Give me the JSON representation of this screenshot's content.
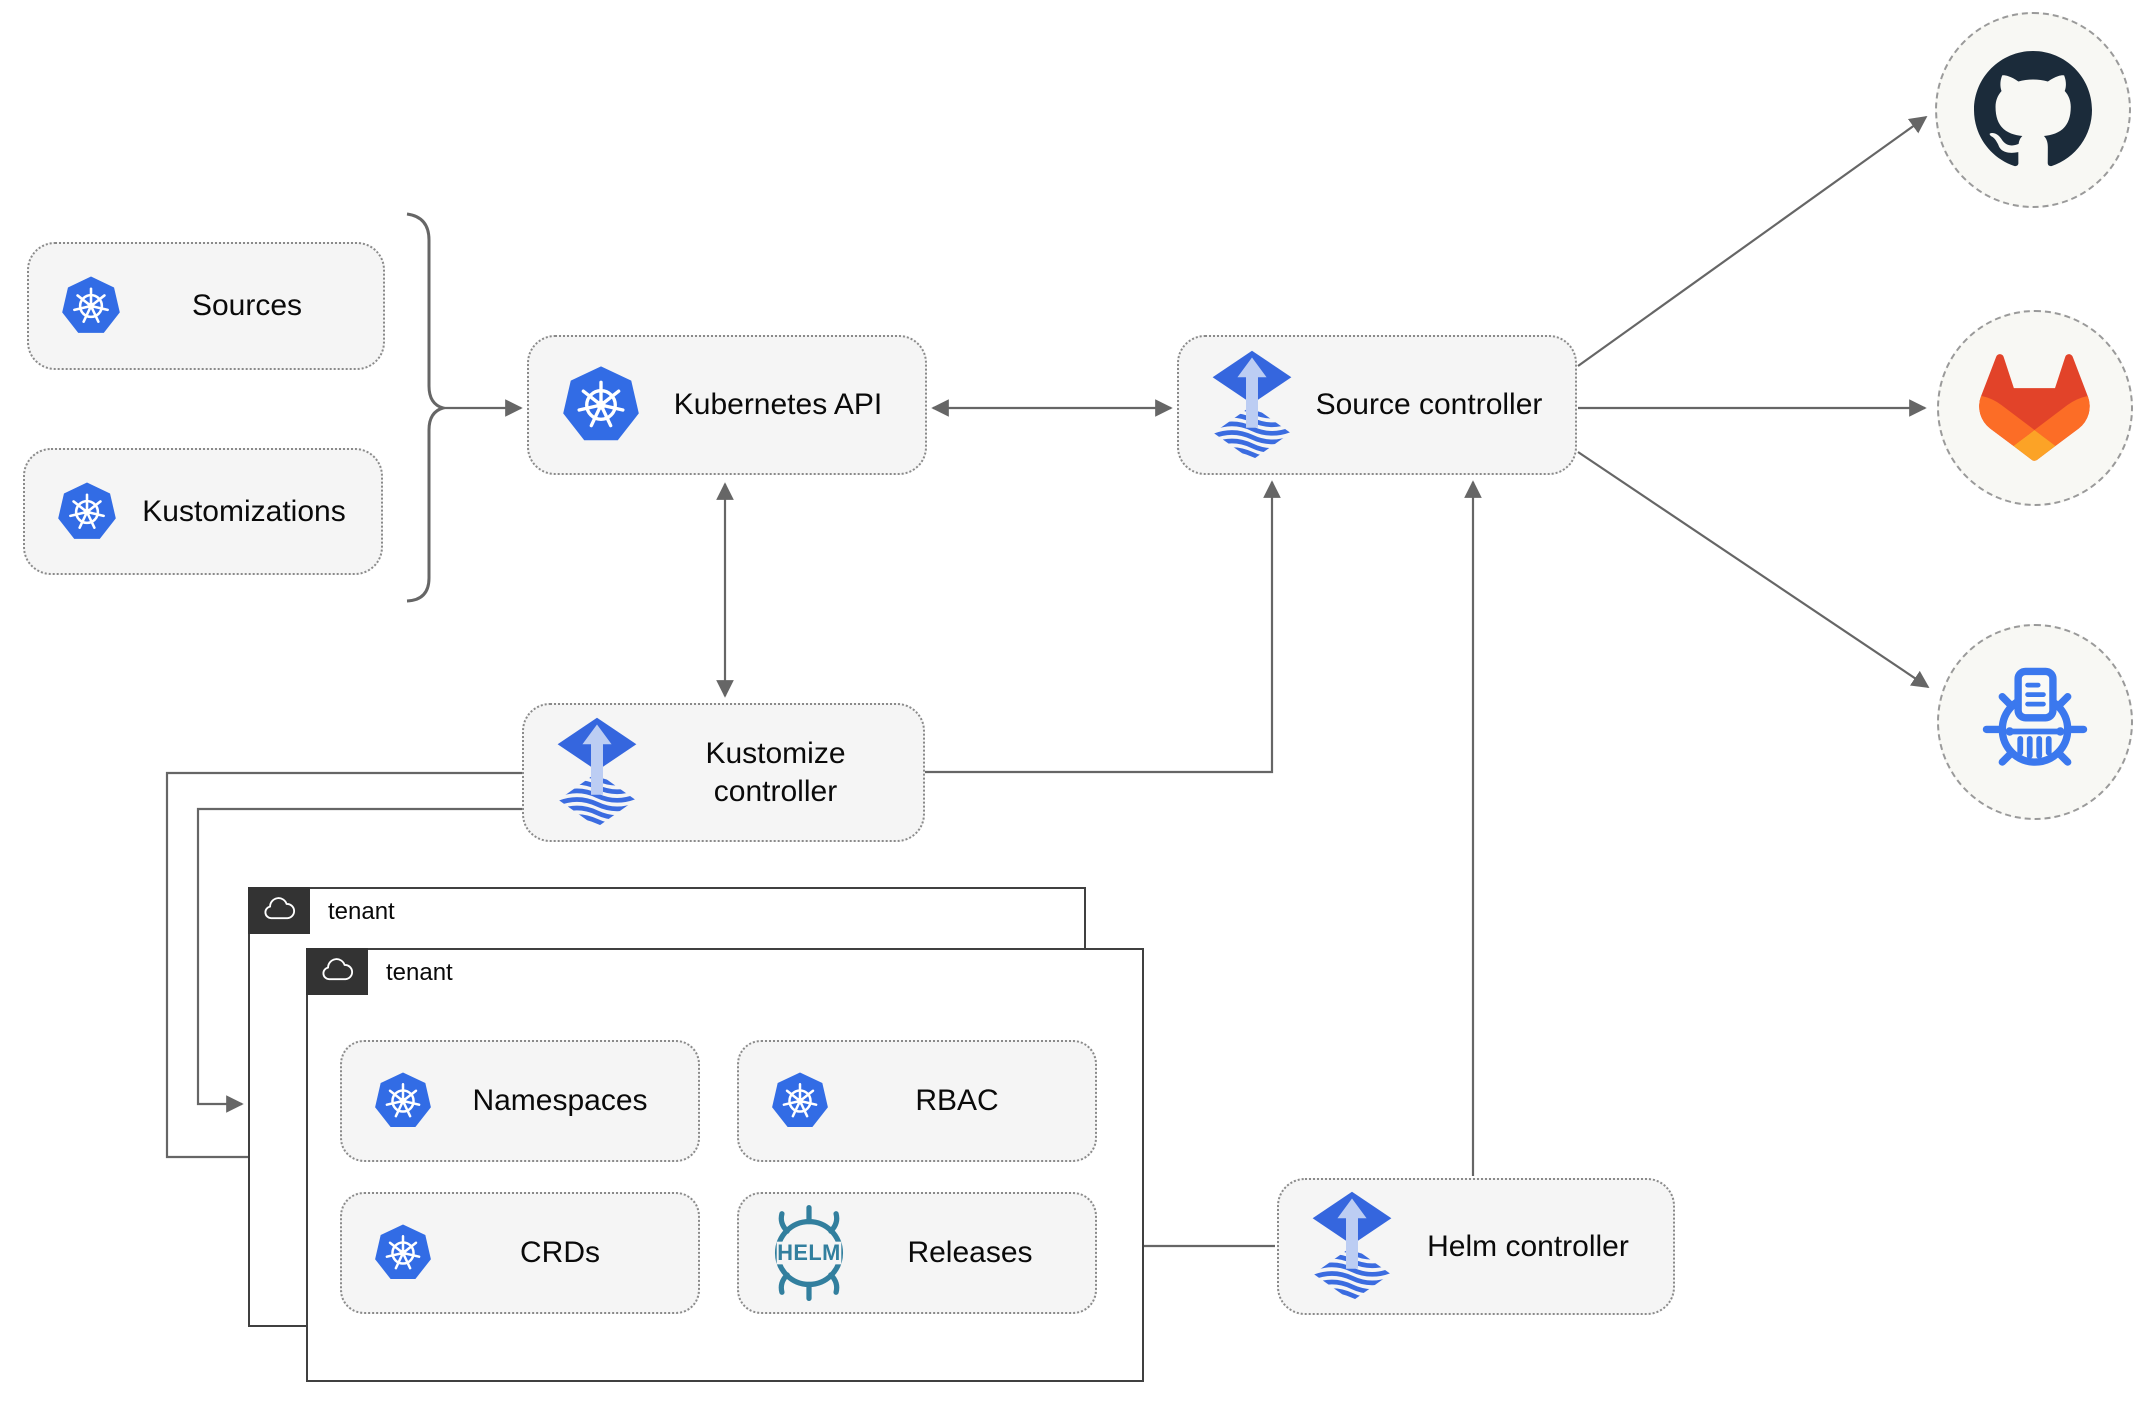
{
  "diagram": {
    "nodes": {
      "sources": {
        "label": "Sources",
        "icon": "kubernetes-icon"
      },
      "kustomizations": {
        "label": "Kustomizations",
        "icon": "kubernetes-icon"
      },
      "kubernetes_api": {
        "label": "Kubernetes API",
        "icon": "kubernetes-icon"
      },
      "source_controller": {
        "label": "Source controller",
        "icon": "flux-icon"
      },
      "kustomize_controller": {
        "label": "Kustomize controller",
        "icon": "flux-icon"
      },
      "helm_controller": {
        "label": "Helm controller",
        "icon": "flux-icon"
      },
      "namespaces": {
        "label": "Namespaces",
        "icon": "kubernetes-icon"
      },
      "rbac": {
        "label": "RBAC",
        "icon": "kubernetes-icon"
      },
      "crds": {
        "label": "CRDs",
        "icon": "kubernetes-icon"
      },
      "releases": {
        "label": "Releases",
        "icon": "helm-icon",
        "icon_wordmark": "HELM"
      }
    },
    "groups": {
      "tenant_back": {
        "label": "tenant",
        "icon": "cloud-icon"
      },
      "tenant_front": {
        "label": "tenant",
        "icon": "cloud-icon"
      }
    },
    "external_systems": [
      {
        "icon": "github-icon"
      },
      {
        "icon": "gitlab-icon"
      },
      {
        "icon": "chartmuseum-icon"
      }
    ],
    "colors": {
      "connector": "#666666",
      "node_fill": "#F5F5F5",
      "node_border": "#8A8A8A",
      "tenant_border": "#404040",
      "tenant_tab_bg": "#333333",
      "kubernetes_blue": "#326CE5",
      "flux_blue": "#3566DE",
      "flux_arrow_light": "#BCCDF3",
      "helm_teal": "#327F9E",
      "github_dark": "#1B2B3A",
      "gitlab_orange": "#E24329",
      "gitlab_mid_orange": "#FC6D26",
      "gitlab_light_orange": "#FCA326",
      "chartmuseum_blue": "#3B78EE"
    }
  }
}
